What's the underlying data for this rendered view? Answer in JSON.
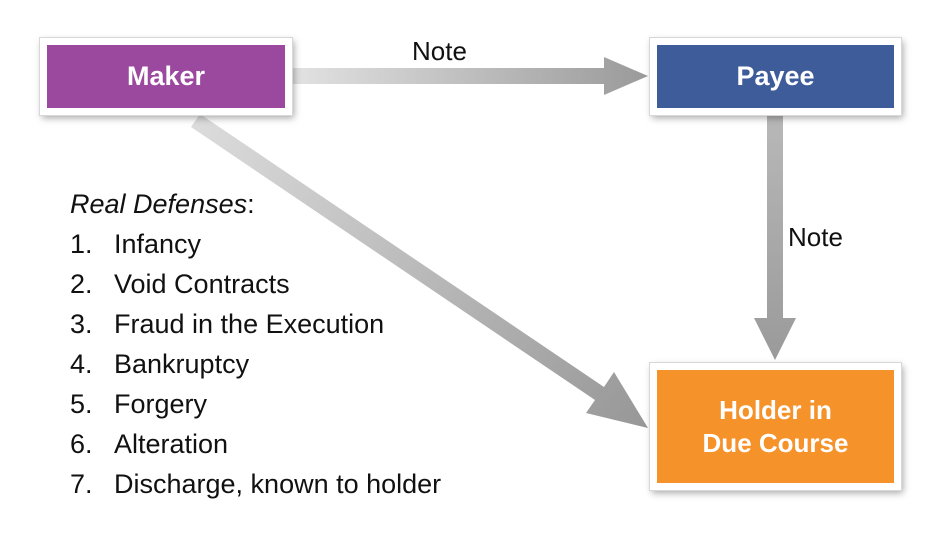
{
  "nodes": {
    "maker": "Maker",
    "payee": "Payee",
    "holder_line1": "Holder in",
    "holder_line2": "Due Course"
  },
  "edges": {
    "maker_to_payee": "Note",
    "payee_to_holder": "Note"
  },
  "defenses": {
    "title": "Real Defenses",
    "title_suffix": ":",
    "items": [
      {
        "num": "1.",
        "text": "Infancy"
      },
      {
        "num": "2.",
        "text": "Void Contracts"
      },
      {
        "num": "3.",
        "text": "Fraud in the Execution"
      },
      {
        "num": "4.",
        "text": "Bankruptcy"
      },
      {
        "num": "5.",
        "text": "Forgery"
      },
      {
        "num": "6.",
        "text": "Alteration"
      },
      {
        "num": "7.",
        "text": "Discharge, known to holder"
      }
    ]
  },
  "colors": {
    "maker": "#9b499e",
    "payee": "#3e5c9a",
    "holder": "#f5922a",
    "arrow": "#a6a6a6"
  }
}
